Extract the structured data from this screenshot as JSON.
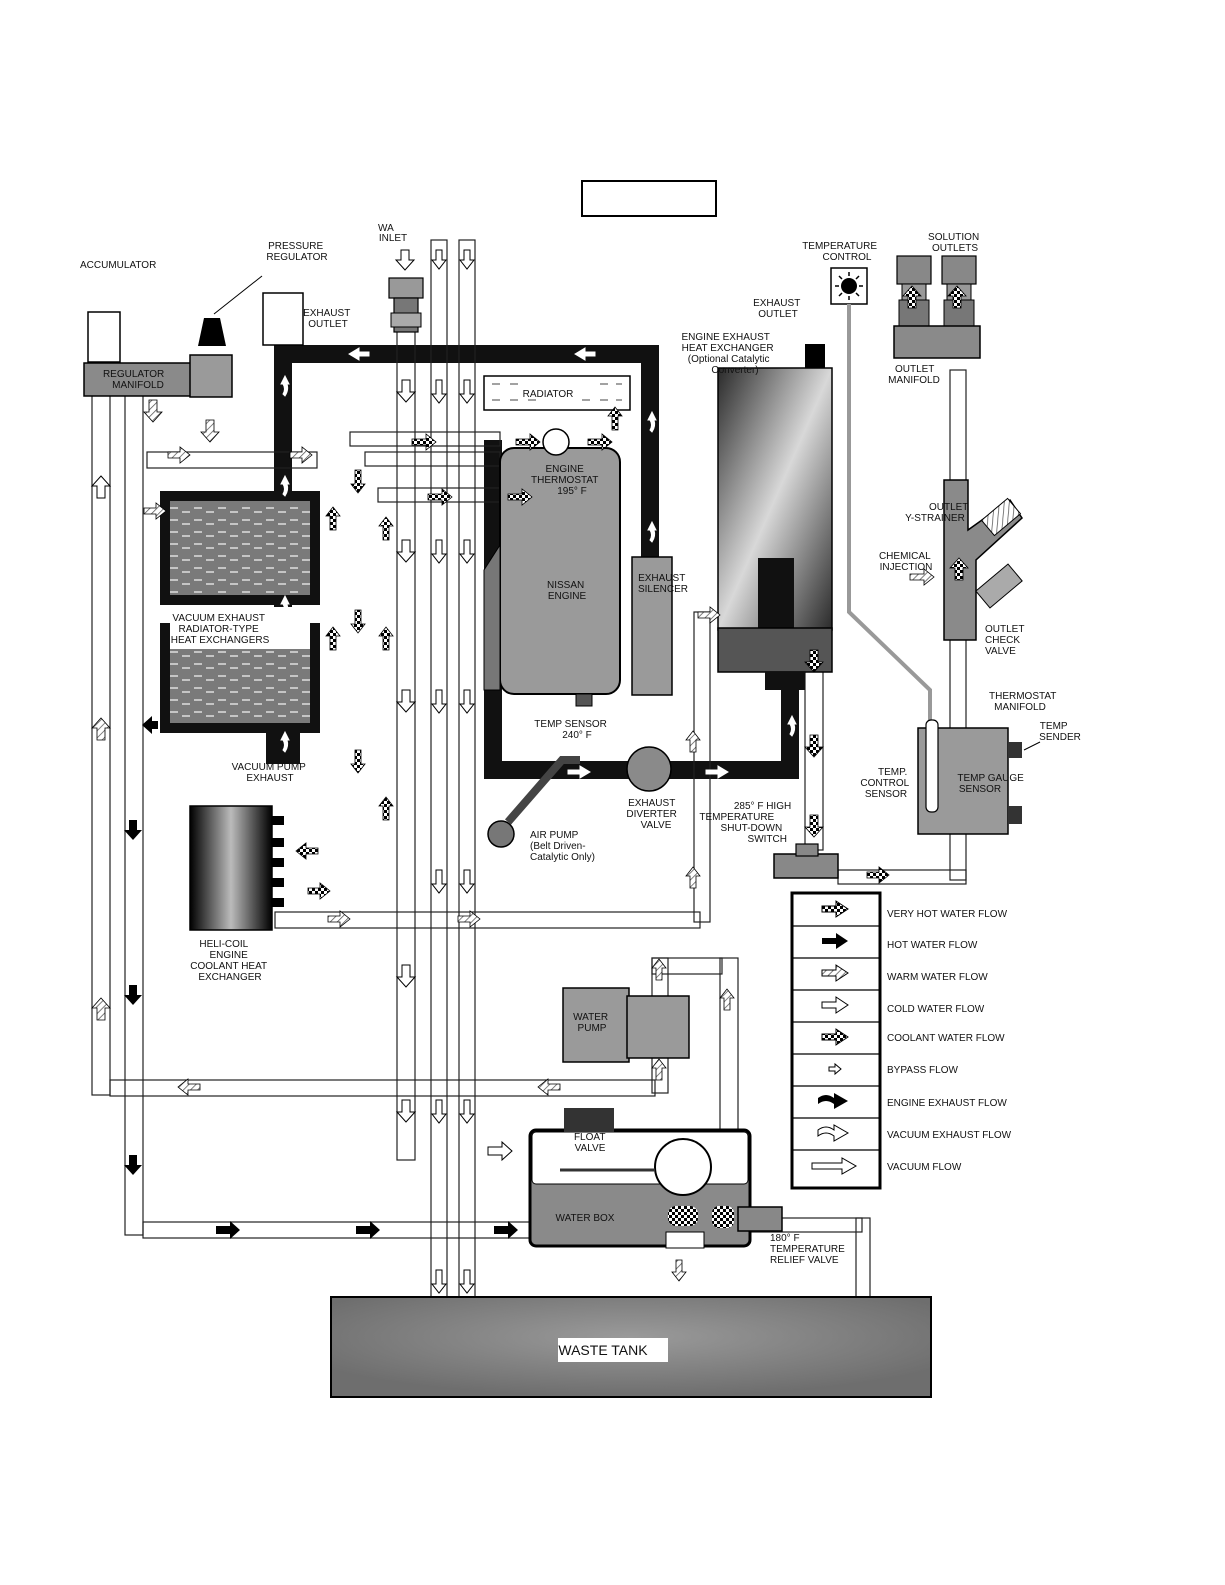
{
  "title_box": "",
  "labels": {
    "accumulator": "ACCUMULATOR",
    "pressure_regulator": [
      "PRESSURE",
      "REGULATOR"
    ],
    "water_inlet": [
      "WA",
      "INLET"
    ],
    "regulator_manifold": [
      "REGULATOR",
      "MANIFOLD"
    ],
    "exhaust_outlet_left": [
      "EXHAUST",
      "OUTLET"
    ],
    "radiator": "RADIATOR",
    "engine_thermostat": [
      "ENGINE",
      "THERMOSTAT",
      "195° F"
    ],
    "nissan_engine": [
      "NISSAN",
      "ENGINE"
    ],
    "exhaust_silencer": [
      "EXHAUST",
      "SILENCER"
    ],
    "temp_sensor": [
      "TEMP SENSOR",
      "240° F"
    ],
    "vacuum_exhaust": [
      "VACUUM EXHAUST",
      "RADIATOR-TYPE",
      "HEAT EXCHANGERS"
    ],
    "vacuum_pump_exhaust": [
      "VACUUM PUMP",
      "EXHAUST"
    ],
    "heli_coil": [
      "HELI-COIL",
      "ENGINE",
      "COOLANT HEAT",
      "EXCHANGER"
    ],
    "air_pump": [
      "AIR PUMP",
      "(Belt Driven-",
      "Catalytic Only)"
    ],
    "exhaust_diverter": [
      "EXHAUST",
      "DIVERTER",
      "VALVE"
    ],
    "temperature_control": [
      "TEMPERATURE",
      "CONTROL"
    ],
    "exhaust_outlet_right": [
      "EXHAUST",
      "OUTLET"
    ],
    "engine_exhaust_hx": [
      "ENGINE EXHAUST",
      "HEAT EXCHANGER",
      "(Optional Catalytic",
      "Converter)"
    ],
    "solution_outlets": [
      "SOLUTION",
      "OUTLETS"
    ],
    "outlet_manifold": [
      "OUTLET",
      "MANIFOLD"
    ],
    "outlet_y_strainer": [
      "OUTLET",
      "Y-STRAINER"
    ],
    "chemical_injection": [
      "CHEMICAL",
      "INJECTION"
    ],
    "outlet_check_valve": [
      "OUTLET",
      "CHECK",
      "VALVE"
    ],
    "thermostat_manifold": [
      "THERMOSTAT",
      "MANIFOLD"
    ],
    "temp_sender": [
      "TEMP",
      "SENDER"
    ],
    "temp_control_sensor": [
      "TEMP.",
      "CONTROL",
      "SENSOR"
    ],
    "temp_gauge_sensor": [
      "TEMP GAUGE",
      "SENSOR"
    ],
    "shutdown_switch": [
      "285° F  HIGH",
      "TEMPERATURE",
      "SHUT-DOWN",
      "SWITCH"
    ],
    "water_pump": [
      "WATER",
      "PUMP"
    ],
    "float_valve": [
      "FLOAT",
      "VALVE"
    ],
    "water_box": "WATER BOX",
    "relief_valve": [
      "180° F",
      "TEMPERATURE",
      "RELIEF VALVE"
    ],
    "waste_tank": "WASTE TANK"
  },
  "legend": [
    {
      "label": "VERY HOT WATER FLOW",
      "icon": "very-hot-arrow"
    },
    {
      "label": "HOT WATER FLOW",
      "icon": "hot-arrow"
    },
    {
      "label": "WARM WATER FLOW",
      "icon": "warm-arrow"
    },
    {
      "label": "COLD WATER FLOW",
      "icon": "cold-arrow"
    },
    {
      "label": "COOLANT WATER FLOW",
      "icon": "coolant-arrow"
    },
    {
      "label": "BYPASS FLOW",
      "icon": "bypass-arrow"
    },
    {
      "label": "ENGINE EXHAUST FLOW",
      "icon": "engine-exhaust-arrow"
    },
    {
      "label": "VACUUM EXHAUST FLOW",
      "icon": "vacuum-exhaust-arrow"
    },
    {
      "label": "VACUUM FLOW",
      "icon": "vacuum-arrow"
    }
  ]
}
